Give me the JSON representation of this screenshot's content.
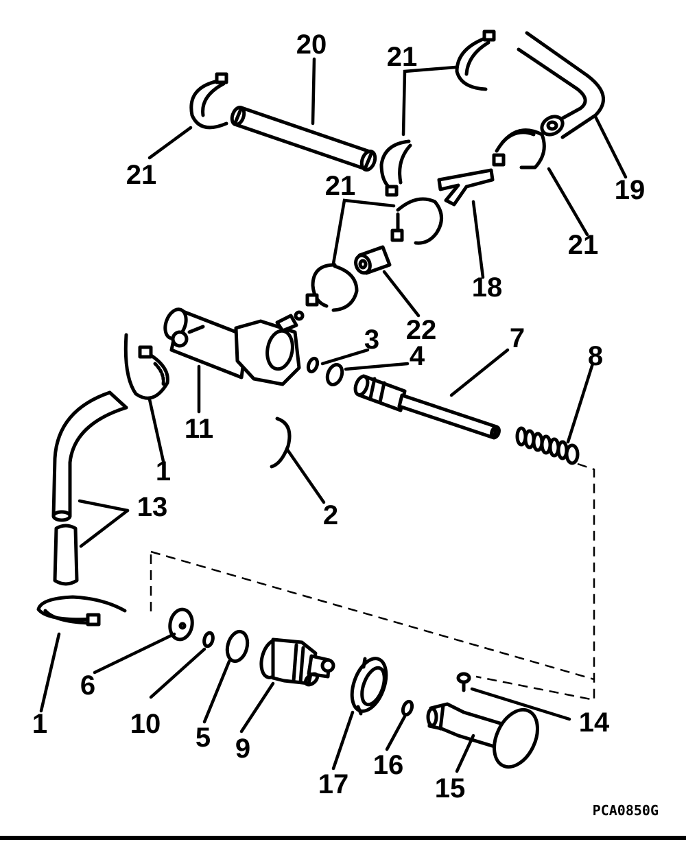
{
  "callouts": {
    "c1a": "1",
    "c1b": "1",
    "c2": "2",
    "c3": "3",
    "c4": "4",
    "c5": "5",
    "c6": "6",
    "c7": "7",
    "c8": "8",
    "c9": "9",
    "c10": "10",
    "c11": "11",
    "c13": "13",
    "c14": "14",
    "c15": "15",
    "c16": "16",
    "c17": "17",
    "c18": "18",
    "c19": "19",
    "c20": "20",
    "c21a": "21",
    "c21b": "21",
    "c21c": "21",
    "c21d": "21",
    "c22": "22"
  },
  "drawing_code": "PCA0850G"
}
